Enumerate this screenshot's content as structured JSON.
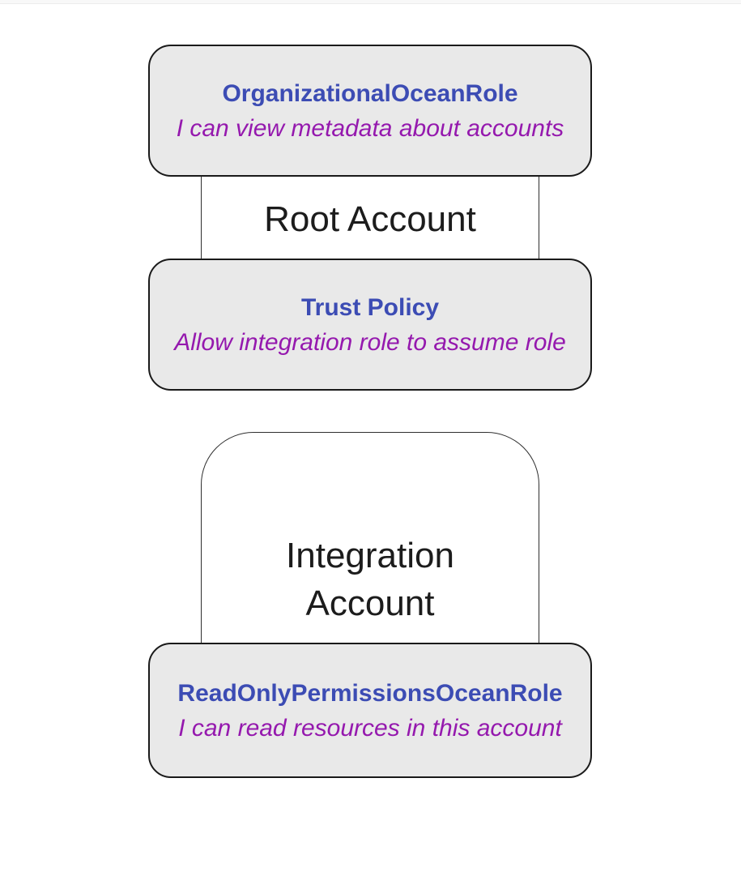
{
  "diagram": {
    "type": "flowchart",
    "colors": {
      "node_fill": "#e9e9e9",
      "node_border": "#1a1a1a",
      "cluster_border": "#2f2f2f",
      "title_blue": "#3c4cb4",
      "description_purple": "#9519ae",
      "label_dark": "#1c1c1c",
      "background": "#ffffff"
    },
    "clusters": [
      {
        "id": "root-account",
        "label": "Root Account",
        "nodes": [
          {
            "title": "OrganizationalOceanRole",
            "description": "I can view metadata about accounts"
          },
          {
            "title": "Trust Policy",
            "description": "Allow integration role to assume role"
          }
        ]
      },
      {
        "id": "integration-account",
        "label": "Integration Account",
        "nodes": [
          {
            "title": "ReadOnlyPermissionsOceanRole",
            "description": "I can read resources in this account"
          }
        ]
      }
    ]
  }
}
